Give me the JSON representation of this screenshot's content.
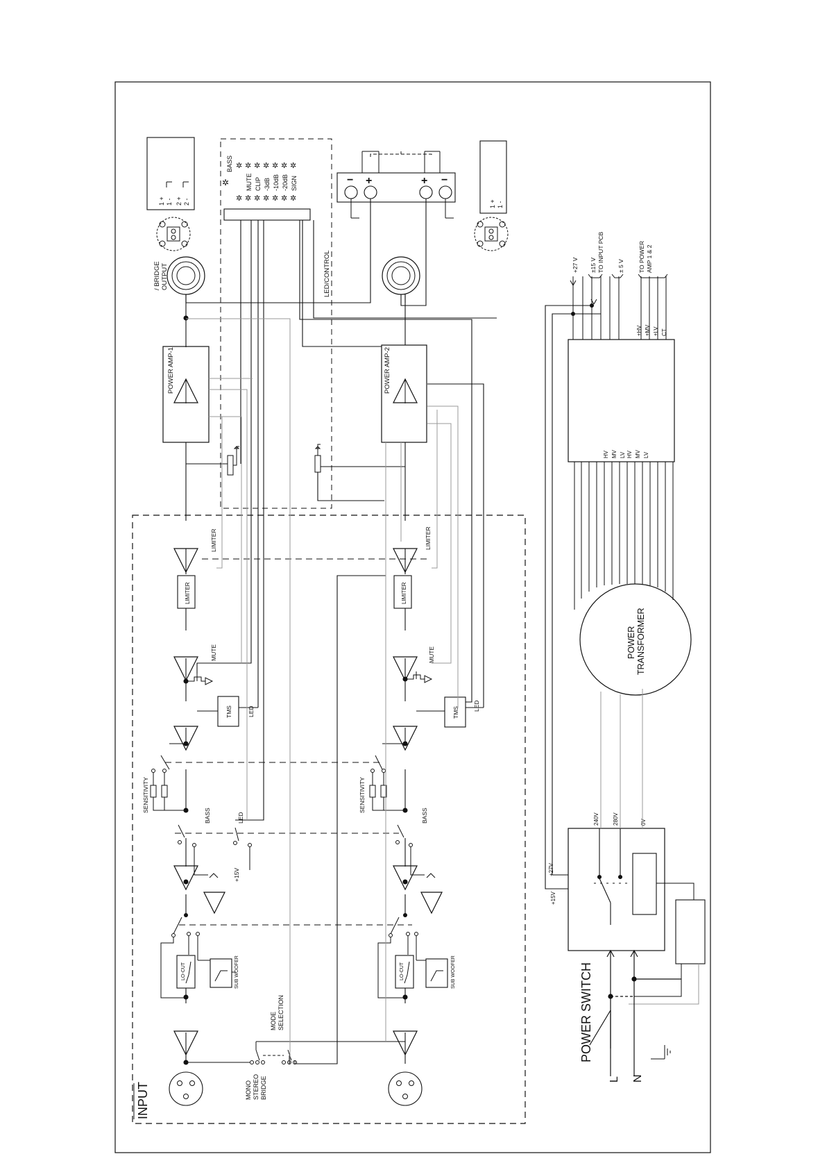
{
  "labels": {
    "input": "INPUT",
    "power_switch": "POWER SWITCH",
    "power_transformer_line1": "POWER",
    "power_transformer_line2": "TRANSFORMER",
    "led_control": "LED/CONTROL",
    "bridge_output_line1": "/ BRIDGE",
    "bridge_output_line2": "OUTPUT",
    "mode_selection_line1": "MODE",
    "mode_selection_line2": "SELECTION",
    "mode_mono": "MONO",
    "mode_stereo": "STEREO",
    "mode_bridge": "BRIDGE",
    "l": "L",
    "n": "N",
    "plus15v": "+15V",
    "plus27v": "+27V",
    "v240": "240V",
    "v280": "280V",
    "v0": "0V"
  },
  "channels": [
    {
      "power_amp": "POWER AMP-1",
      "limiter_box": "LIMITER",
      "limiter_label": "LIMITER",
      "mute": "MUTE",
      "tms": "TMS",
      "led": "LED",
      "bass": "BASS",
      "sensitivity": "SENSITIVITY",
      "lo_cut": "LO-CUT",
      "sub_woofer": "SUB WOOFER",
      "led_switch": "LED"
    },
    {
      "power_amp": "POWER AMP-2",
      "limiter_box": "LIMITER",
      "limiter_label": "LIMITER",
      "mute": "MUTE",
      "tms": "TMS",
      "led": "LED",
      "bass": "BASS",
      "sensitivity": "SENSITIVITY",
      "lo_cut": "LO-CUT",
      "sub_woofer": "SUB WOOFER",
      "led_switch": ""
    }
  ],
  "led_panel": {
    "bass": "BASS",
    "indicators": [
      "MUTE",
      "CLIP",
      "-3dB",
      "-10dB",
      "-20dB",
      "SIGN"
    ]
  },
  "speakon_1": [
    "1 +",
    "1 -",
    "2 +",
    "2 -"
  ],
  "speakon_2": [
    "1 +",
    "1 -"
  ],
  "supply_outputs": {
    "v27": "+27 V",
    "v15": "±15 V",
    "to_input_pcb": "TO INPUT PCB",
    "v5": "± 5 V",
    "to_power": "TO POWER",
    "amp12": "AMP 1 & 2"
  },
  "rail_out": [
    "±HV",
    "±MV",
    "±LV",
    "CT"
  ],
  "rail_in": [
    "HV",
    "MV",
    "LV",
    "HV",
    "MV",
    "LV"
  ]
}
